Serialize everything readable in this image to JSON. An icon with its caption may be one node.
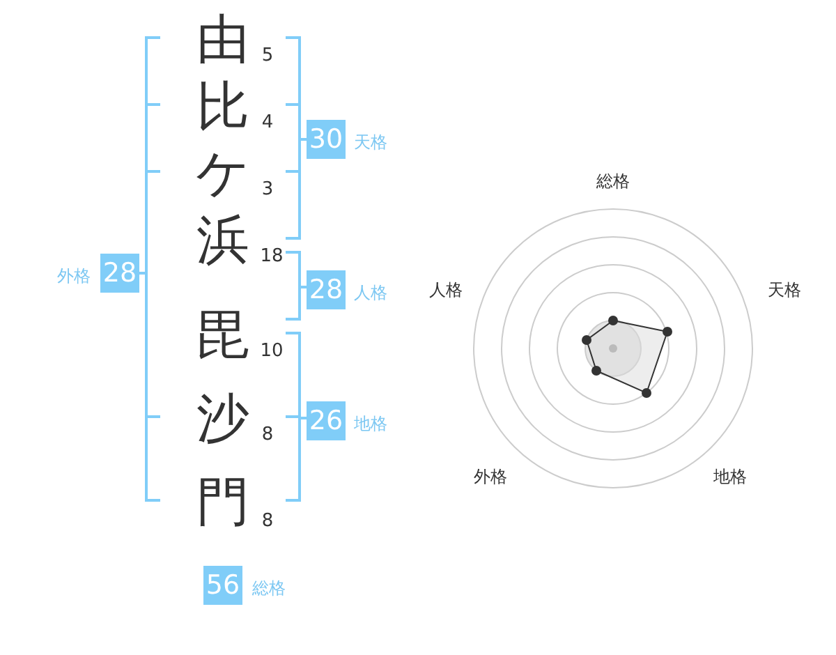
{
  "diagram": {
    "labels": [
      "由",
      "5",
      "比",
      "4",
      "30",
      "天格",
      "ケ",
      "3",
      "浜",
      "18",
      "外格",
      "28",
      "28",
      "人格",
      "毘",
      "10",
      "沙",
      "8",
      "26",
      "地格",
      "門",
      "8",
      "56",
      "総格",
      "総格",
      "人格",
      "天格",
      "外格",
      "地格"
    ]
  }
}
